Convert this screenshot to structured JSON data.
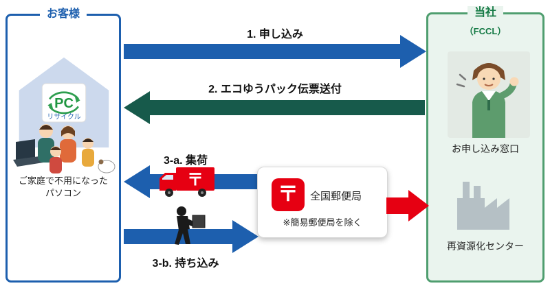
{
  "customer": {
    "title": "お客様",
    "logo_top": "PC",
    "logo_bottom": "リサイクル",
    "caption_line1": "ご家庭で不用になった",
    "caption_line2": "パソコン"
  },
  "company": {
    "title": "当社",
    "subtitle": "（FCCL）",
    "reception_label": "お申し込み窓口",
    "recycle_center_label": "再資源化センター"
  },
  "steps": {
    "step1_label": "1. 申し込み",
    "step2_label": "2. エコゆうパック伝票送付",
    "step3a_label": "3-a. 集荷",
    "step3b_label": "3-b. 持ち込み"
  },
  "post_office": {
    "postal_mark": "〒",
    "truck_mark": "〒",
    "name": "全国郵便局",
    "note": "※簡易郵便局を除く"
  },
  "colors": {
    "blue": "#1d5fae",
    "dark_green": "#175a4b",
    "red": "#e60012",
    "panel_green_bg": "#eaf4ee",
    "panel_green_border": "#4f9e6f",
    "green_text": "#157a45"
  },
  "icons": {
    "postal_mark_icon": "japan-post-symbol",
    "truck_icon": "postal-truck",
    "carrier_icon": "person-carrying-box",
    "factory_icon": "factory",
    "house_icon": "house-with-pc-recycle-logo",
    "family_icon": "family-with-laptop",
    "clerk_icon": "reception-clerk"
  }
}
